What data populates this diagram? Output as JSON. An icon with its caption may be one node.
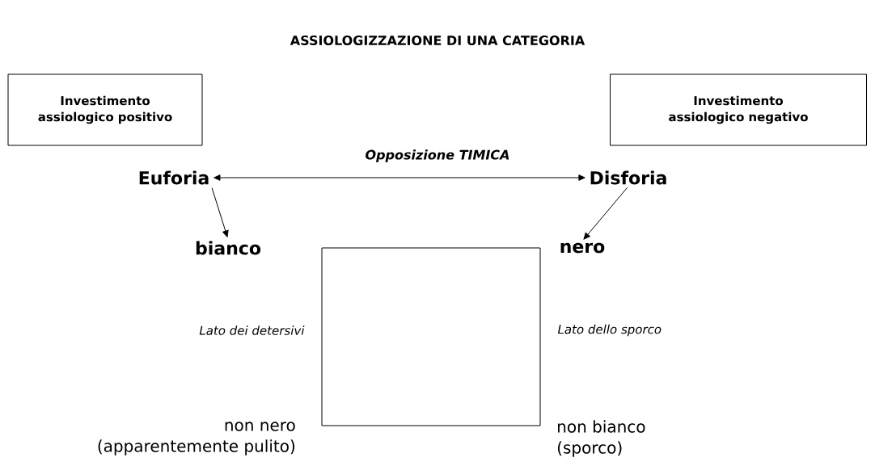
{
  "diagram": {
    "title": "ASSIOLOGIZZAZIONE DI UNA CATEGORIA",
    "nodes": [
      {
        "text": [
          "Investimento assiologico positivo"
        ]
      },
      {
        "text": [
          "Investimento assiologico negativo"
        ]
      },
      {
        "text": [
          "Euforia"
        ]
      },
      {
        "text": [
          "Disforia"
        ]
      },
      {
        "text": [
          "bianco"
        ]
      },
      {
        "text": [
          "nero"
        ]
      },
      {
        "text": [],
        "shape": "box"
      },
      {
        "text": [
          "non nero",
          "(apparentemente pulito)"
        ]
      },
      {
        "text": [
          "non bianco",
          "(sporco)"
        ]
      }
    ],
    "edges": [
      {
        "from": 2,
        "to": 3,
        "arrow": "both",
        "label": "Opposizione TIMICA"
      },
      {
        "from": 2,
        "to": 4,
        "arrow": "to"
      },
      {
        "from": 3,
        "to": 5,
        "arrow": "to"
      }
    ],
    "labels": [
      "Lato dei detersivi",
      "Lato dello sporco"
    ]
  }
}
